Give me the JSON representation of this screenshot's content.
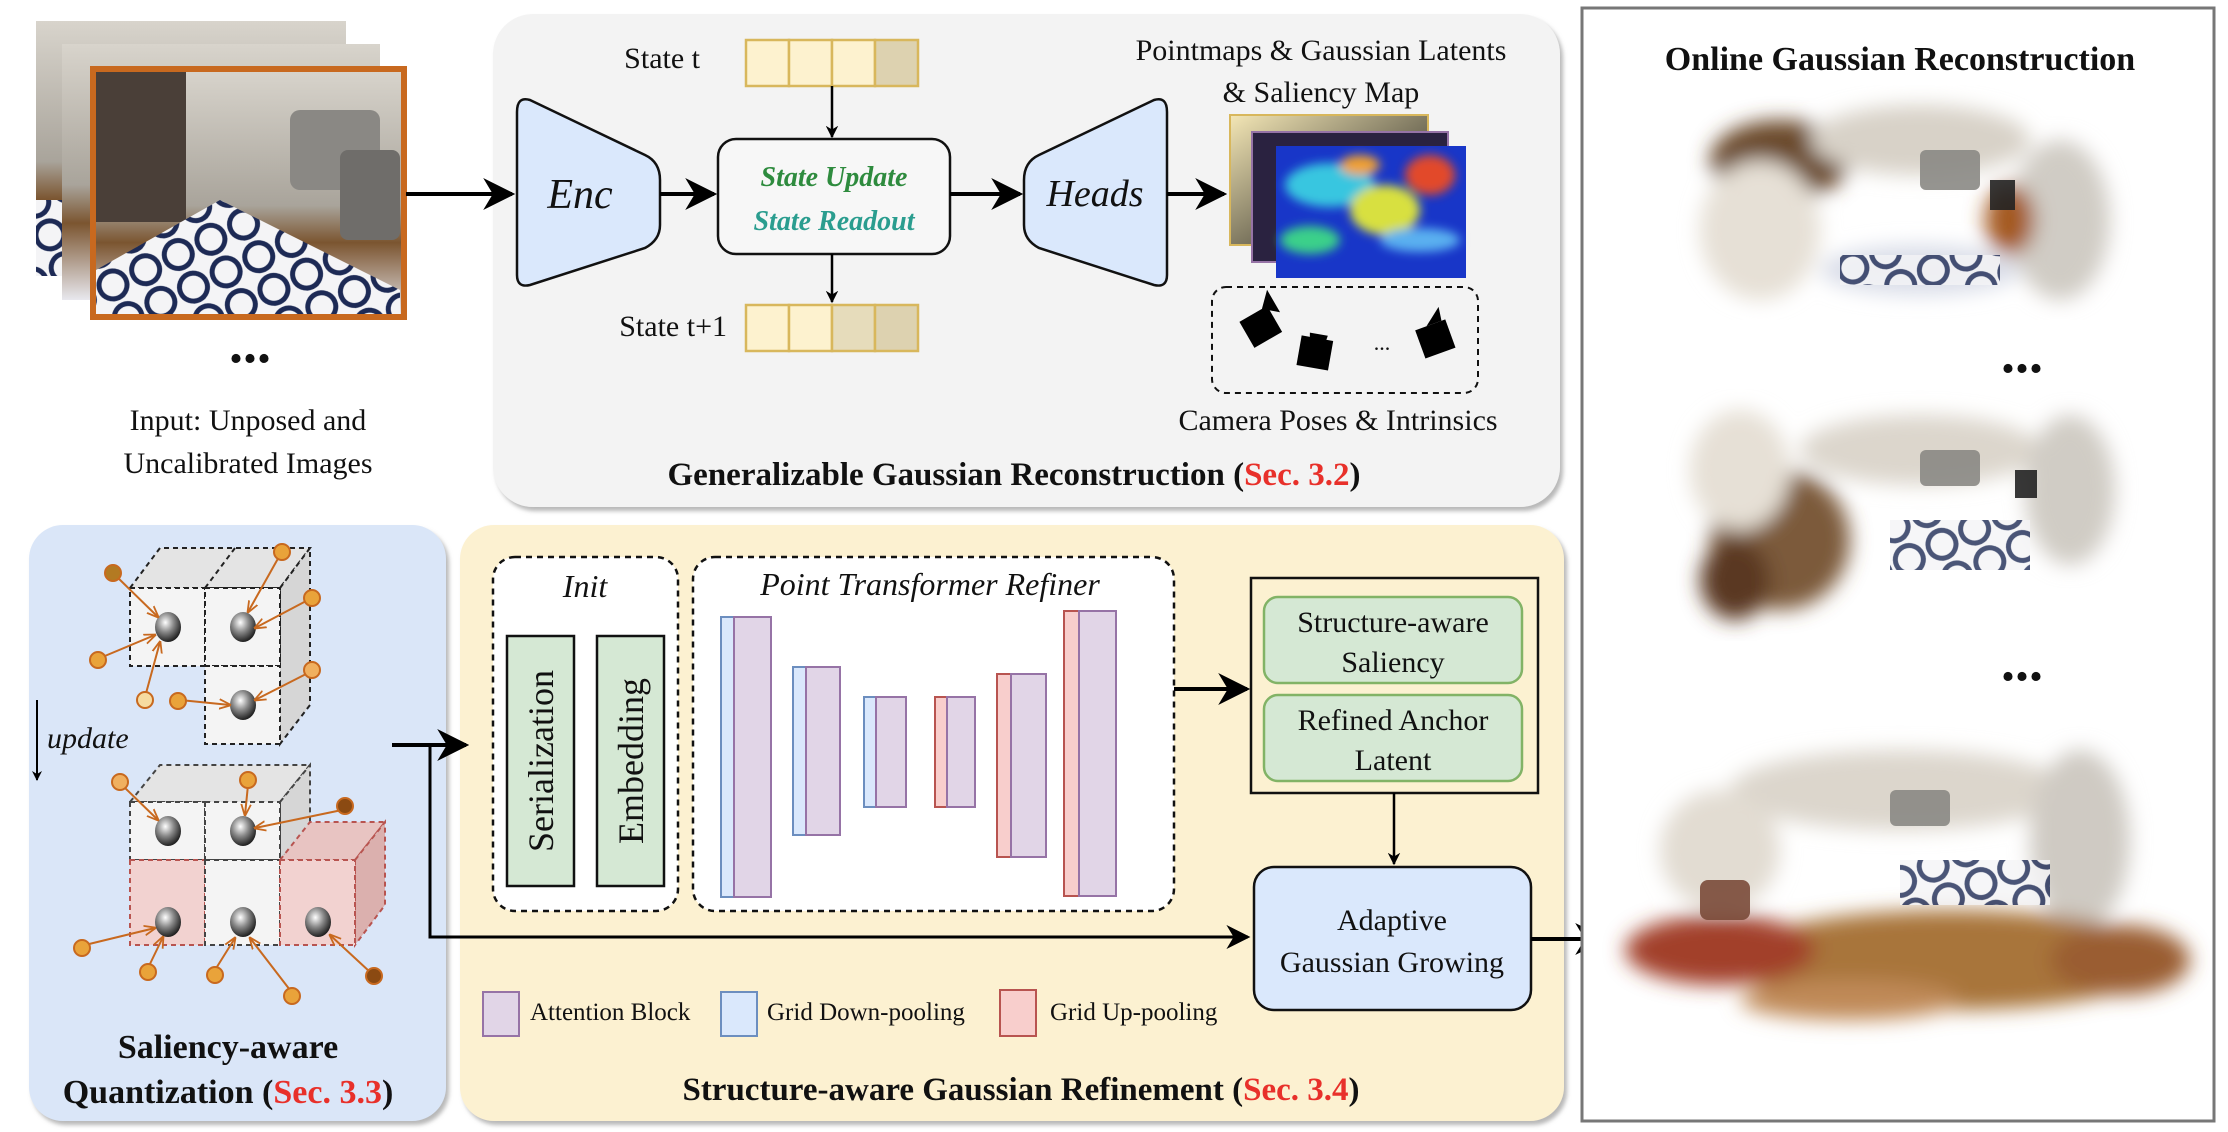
{
  "input": {
    "caption_line1": "Input: Unposed and",
    "caption_line2": "Uncalibrated Images",
    "ellipsis": "..."
  },
  "generalizable": {
    "state_t": "State t",
    "state_t1": "State t+1",
    "enc": "Enc",
    "heads": "Heads",
    "state_update": "State Update",
    "state_readout": "State Readout",
    "outputs_line1": "Pointmaps & Gaussian Latents",
    "outputs_line2": "& Saliency Map",
    "camera_label": "Camera Poses & Intrinsics",
    "camera_ellipsis": "...",
    "title": "Generalizable Gaussian Reconstruction",
    "section": "Sec. 3.2"
  },
  "quantization": {
    "update_label": "update",
    "title_line1": "Saliency-aware",
    "title_line2": "Quantization",
    "section": "Sec. 3.3"
  },
  "refinement": {
    "init_label": "Init",
    "serialization": "Serialization",
    "embedding": "Embedding",
    "ptr_label": "Point Transformer Refiner",
    "structure_saliency_line1": "Structure-aware",
    "structure_saliency_line2": "Saliency",
    "refined_anchor_line1": "Refined Anchor",
    "refined_anchor_line2": "Latent",
    "adaptive_line1": "Adaptive",
    "adaptive_line2": "Gaussian Growing",
    "legend": [
      {
        "label": "Attention Block",
        "color": "#e1d5e7"
      },
      {
        "label": "Grid Down-pooling",
        "color": "#dae8fc"
      },
      {
        "label": "Grid Up-pooling",
        "color": "#f8cecc"
      }
    ],
    "title": "Structure-aware Gaussian Refinement",
    "section": "Sec. 3.4"
  },
  "online": {
    "title": "Online Gaussian Reconstruction",
    "ellipsis_1": "...",
    "ellipsis_2": "..."
  },
  "colors": {
    "section_ref": "#e8302a",
    "state_update": "#2e8b3e",
    "state_readout": "#2a9d8f",
    "image_border": "#c8691f",
    "blue_panel": "#dae6f8",
    "yellow_panel": "#fcf1d1",
    "gray_panel": "#f3f3f3"
  }
}
